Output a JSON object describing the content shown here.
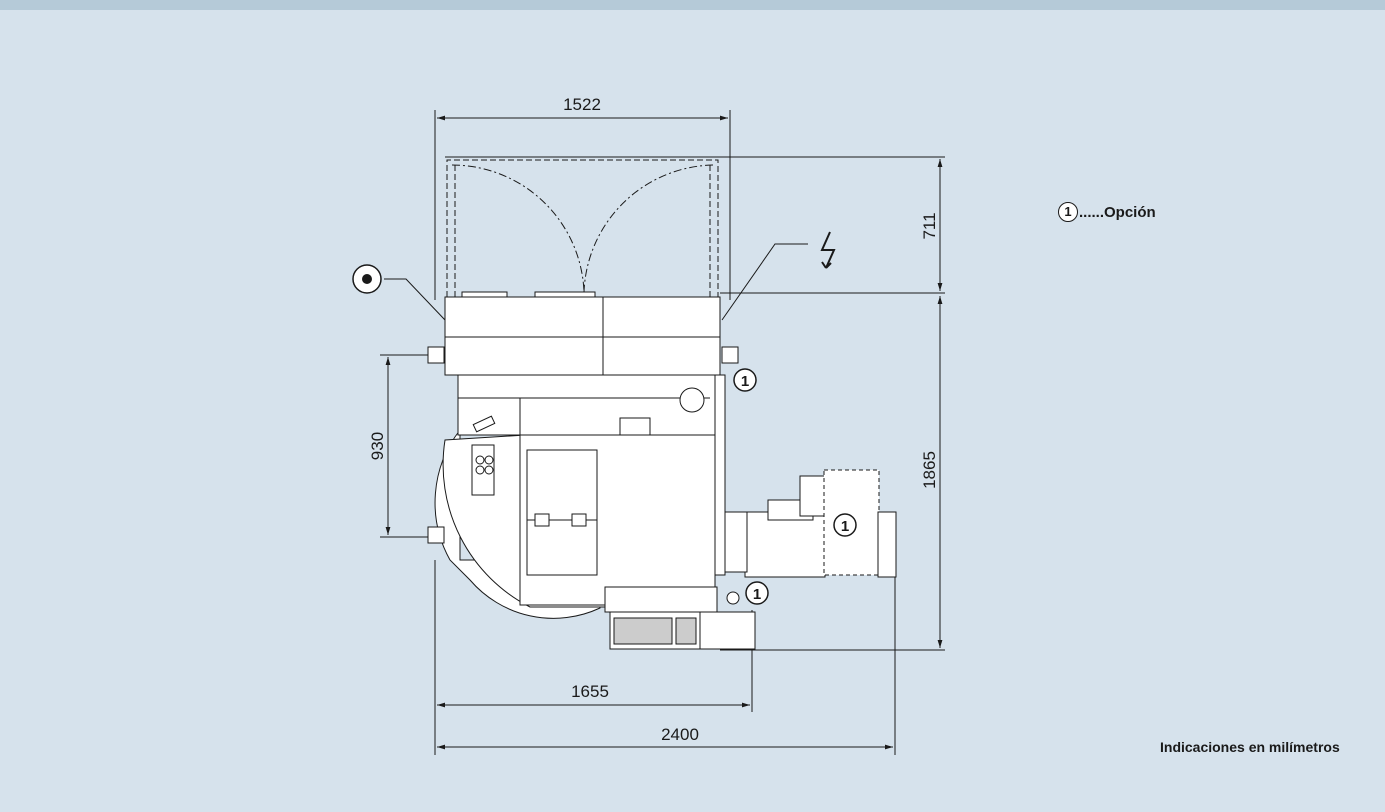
{
  "dimensions": {
    "top_width": "1522",
    "top_depth": "711",
    "main_depth": "1865",
    "left_height": "930",
    "bottom_width_1": "1655",
    "bottom_width_2": "2400"
  },
  "option_marker": "1",
  "legend": {
    "marker": "1",
    "text": "......Opción"
  },
  "units_note": "Indicaciones en milímetros",
  "colors": {
    "background": "#d6e2ec",
    "top_band": "#b5cad8",
    "line": "#1a1a1a",
    "machine_fill": "#ffffff"
  }
}
